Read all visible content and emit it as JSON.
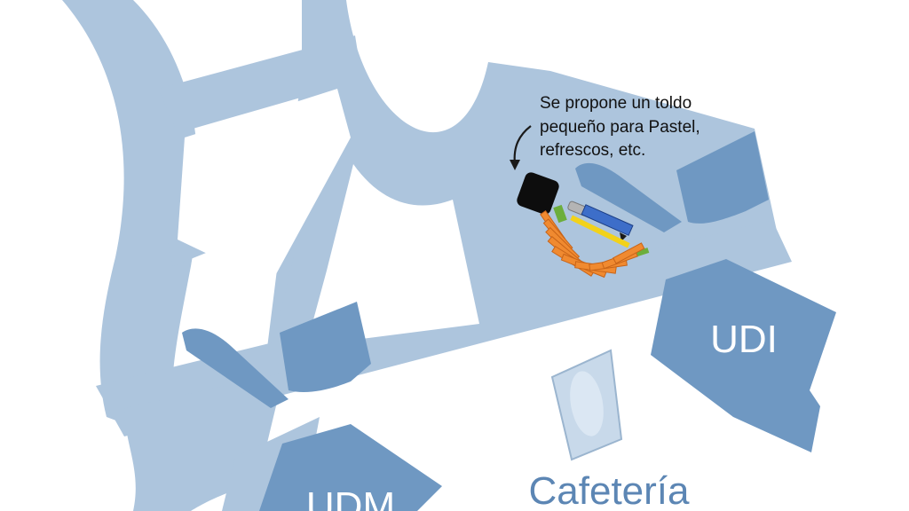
{
  "annotation": {
    "lines": [
      "Se propone un toldo",
      "pequeño para Pastel,",
      "refrescos, etc."
    ]
  },
  "buildings": {
    "udi": "UDI",
    "udm": "UDM",
    "cafeteria": "Cafetería"
  },
  "colors": {
    "road": "#adc5dd",
    "building": "#6f98c2",
    "building_dark": "#5c86b4",
    "cafe_fill": "#c8d9ea",
    "cafe_stroke": "#9bb5cf",
    "white": "#ffffff",
    "stall_orange": "#f08a30",
    "stall_orange_edge": "#c86418",
    "stall_yellow": "#f2d21a",
    "stall_green": "#6cae3c",
    "stall_blue": "#3d6ec9",
    "stall_gray": "#b4b4b4",
    "tent": "#0d0d0d"
  },
  "icons": {
    "arrow": "curved-arrow-icon",
    "tent": "tent-icon"
  }
}
